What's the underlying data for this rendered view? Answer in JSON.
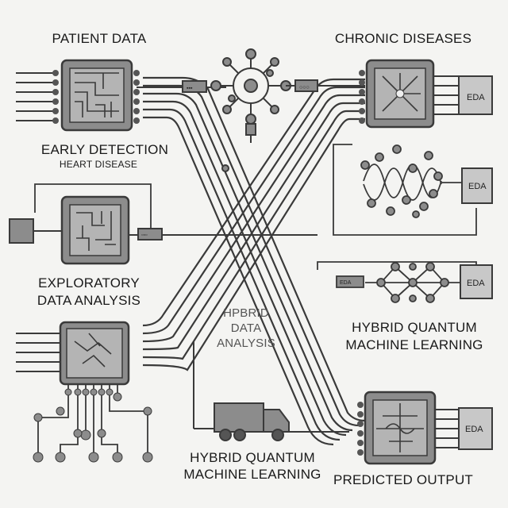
{
  "labels": {
    "patient_data": "PATIENT DATA",
    "chronic_diseases": "CHRONIC DISEASES",
    "early_detection": "EARLY DETECTION",
    "heart_disease": "HEART DISEASE",
    "exploratory_line1": "EXPLORATORY",
    "exploratory_line2": "DATA ANALYSIS",
    "hybrid_center_line1": "HPBRID",
    "hybrid_center_line2": "DATA",
    "hybrid_center_line3": "ANALYSIS",
    "hqml_right_line1": "HYBRID QUANTUM",
    "hqml_right_line2": "MACHINE LEARNING",
    "hqml_bottom_line1": "HYBRID QUANTUM",
    "hqml_bottom_line2": "MACHINE LEARNING",
    "predicted_output": "PREDICTED OUTPUT"
  },
  "tags": {
    "eda_1": "EDA",
    "eda_2": "EDA",
    "eda_3": "EDA",
    "eda_4": "EDA"
  },
  "colors": {
    "background": "#f4f4f2",
    "stroke": "#3a3a3a",
    "chip_fill": "#8c8c8c",
    "chip_inner": "#b4b4b4",
    "node_fill": "#9a9a9a"
  }
}
